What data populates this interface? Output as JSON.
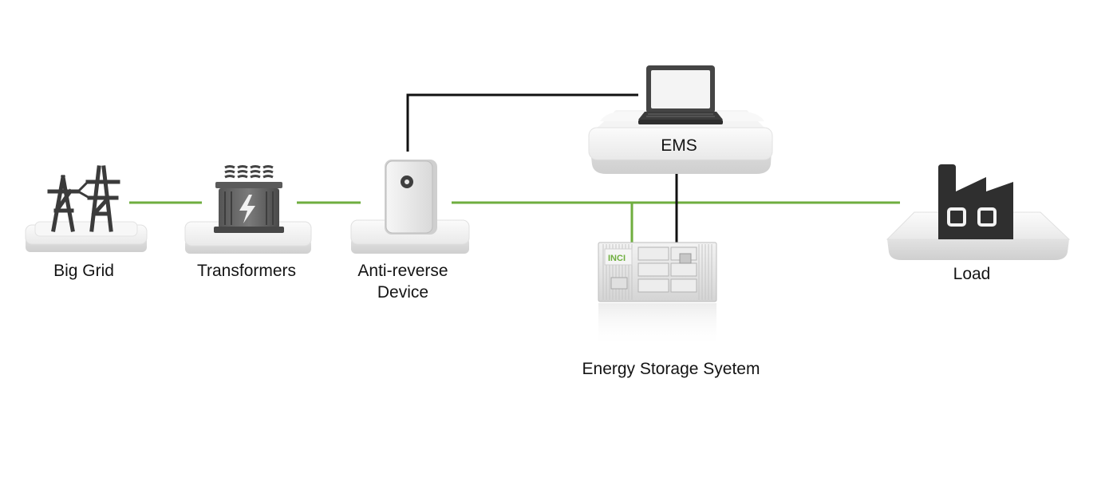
{
  "nodes": {
    "big_grid": {
      "label": "Big Grid"
    },
    "transformers": {
      "label": "Transformers"
    },
    "anti_reverse": {
      "label_line1": "Anti-reverse",
      "label_line2": "Device"
    },
    "ems": {
      "label": "EMS"
    },
    "storage": {
      "label": "Energy Storage Syetem",
      "logo_text": "INCI"
    },
    "load": {
      "label": "Load"
    }
  },
  "colors": {
    "power_line": "#6fae3f",
    "comm_line": "#111111",
    "icon_dark": "#3b3b3b",
    "platform": "#f1f1f1"
  }
}
